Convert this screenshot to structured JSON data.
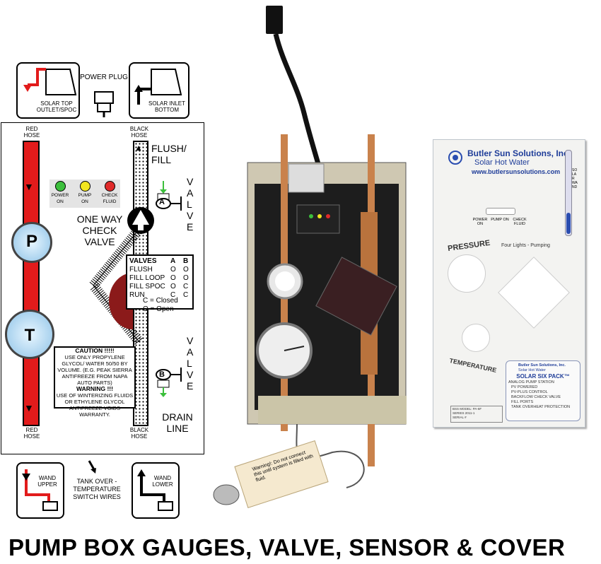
{
  "diagram": {
    "power_plug": "POWER PLUG",
    "solar_top": "SOLAR TOP OUTLET/SPOC",
    "solar_inlet": "SOLAR INLET BOTTOM",
    "red_hose": "RED HOSE",
    "black_hose": "BLACK HOSE",
    "flush_fill": "FLUSH/ FILL",
    "valve_vertical": "VALVE",
    "lights": [
      "POWER ON",
      "PUMP ON",
      "CHECK FLUID"
    ],
    "check_valve": "ONE WAY CHECK VALVE",
    "gauge_p": "P",
    "gauge_t": "T",
    "valve_a": "A",
    "valve_b": "B",
    "valves_table": {
      "header": [
        "VALVES",
        "A",
        "B"
      ],
      "rows": [
        [
          "FLUSH",
          "O",
          "O"
        ],
        [
          "FILL LOOP",
          "O",
          "O"
        ],
        [
          "FILL SPOC",
          "O",
          "C"
        ],
        [
          "RUN",
          "C",
          "C"
        ]
      ],
      "legend": [
        "C = Closed",
        "O = Open"
      ]
    },
    "caution_title": "CAUTION !!!!!",
    "caution_text": "USE ONLY PROPYLENE GLYCOL/ WATER 50/50 BY VOLUME. (E.G. PEAK SIERRA ANTIFREEZE FROM NAPA AUTO PARTS)",
    "warning_title": "WARNING !!!",
    "warning_text": "USE OF WINTERIZING FLUIDS OR ETHYLENE GLYCOL ANTIFREEZE VOIDS WARRANTY.",
    "drain_line": "DRAIN LINE",
    "wand_upper": "WAND UPPER",
    "wand_lower": "WAND LOWER",
    "tank_wires": "TANK OVER - TEMPERATURE SWITCH WIRES"
  },
  "photo": {
    "tag_text": "Warning!: Do not connect this until system is filled with fluid."
  },
  "cover": {
    "company": "Butler Sun Solutions, Inc.",
    "subtitle": "Solar Hot Water",
    "website": "www.butlersunsolutions.com",
    "wand_label": "SOLAR WAND",
    "lights": [
      "POWER ON",
      "PUMP ON",
      "CHECK FLUID"
    ],
    "pressure": "PRESSURE",
    "four_lights": "Four Lights - Pumping",
    "temperature": "TEMPERATURE",
    "card_company": "Butler Sun Solutions, Inc.",
    "card_sub": "Solar Hot Water",
    "card_title": "SOLAR SIX PACK™",
    "card_heading": "ANALOG PUMP STATION",
    "card_features": [
      "PV POWERED",
      "PV-PLUS CONTROL",
      "BACKFLOW CHECK VALVE",
      "FILL PORTS",
      "TANK OVERHEAT PROTECTION"
    ],
    "card_model": "BSS MODEL: PA-6F",
    "card_series": "SERIES 2011-1",
    "card_serial": "SERIAL #"
  },
  "footer": "PUMP BOX GAUGES, VALVE, SENSOR & COVER",
  "colors": {
    "red_hose": "#e21b1b",
    "light_green": "#3cbf3c",
    "light_yellow": "#f2e51f",
    "light_red": "#e02a2a",
    "gauge_blue": "#a9d2ee",
    "copper": "#c9824c"
  }
}
